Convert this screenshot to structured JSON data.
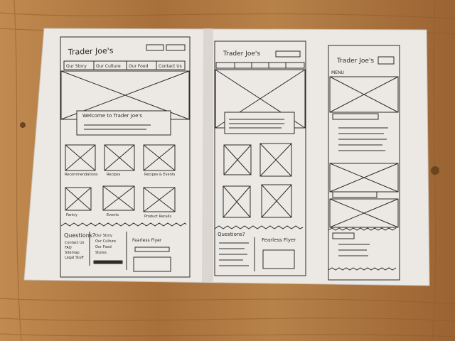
{
  "photo": {
    "subject": "paper-wireframe-sketches-on-wooden-table",
    "colors": {
      "wood": "#b07a45",
      "wood_dark": "#8e5b2c",
      "paper": "#ece9e4",
      "paper_shadow": "#d7d2ca",
      "pencil": "#2b2b2b"
    }
  },
  "sketches": {
    "desktop": {
      "logo": "Trader Joe's",
      "nav": [
        "Our Story",
        "Our Culture",
        "Our Food",
        "Contact Us"
      ],
      "hero_heading": "Welcome to Trader Joe's",
      "grid_labels": [
        "Recommendations",
        "Recipes",
        "Recipes & Events",
        "Pantry",
        "Events",
        "Product Recalls"
      ],
      "footer_heading_questions": "Questions?",
      "footer_questions": [
        "Contact Us",
        "FAQ",
        "Sitemap",
        "Legal Stuff"
      ],
      "footer_links": [
        "Our Story",
        "Our Culture",
        "Our Food",
        "Stores"
      ],
      "footer_newsletter": "Fearless Flyer"
    },
    "tablet": {
      "logo": "Trader Joe's",
      "footer_heading_questions": "Questions?",
      "footer_newsletter": "Fearless Flyer"
    },
    "mobile": {
      "logo": "Trader Joe's",
      "menu": "MENU"
    }
  }
}
